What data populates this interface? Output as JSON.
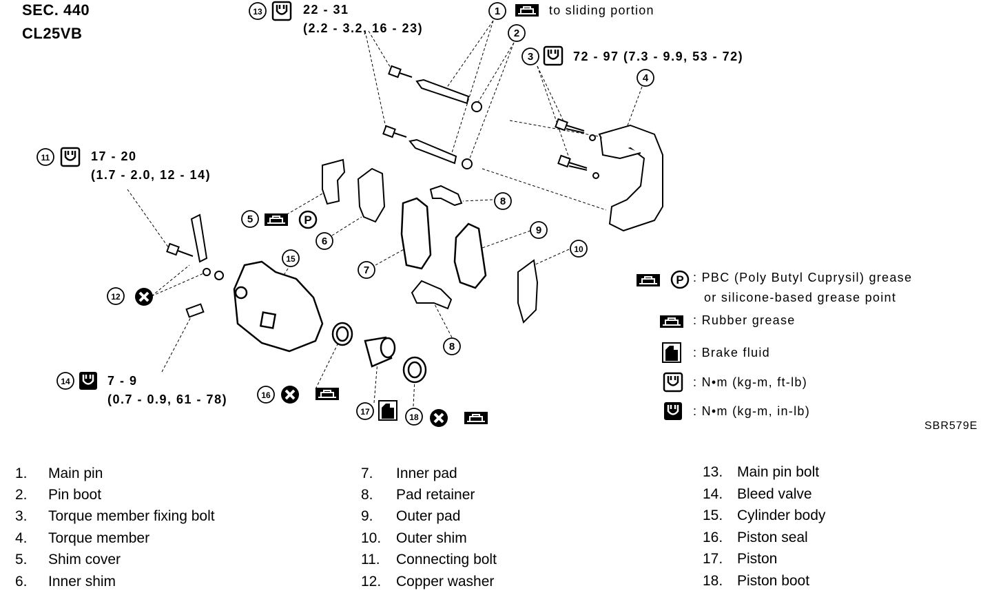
{
  "header": {
    "sec": "SEC. 440",
    "model": "CL25VB"
  },
  "callouts": [
    "1",
    "2",
    "3",
    "4",
    "5",
    "6",
    "7",
    "8",
    "9",
    "10",
    "11",
    "12",
    "13",
    "14",
    "15",
    "16",
    "17",
    "18"
  ],
  "specs": {
    "item1": "to sliding portion",
    "item13_line1": "22 - 31",
    "item13_line2": "(2.2 - 3.2, 16 - 23)",
    "item3": "72 - 97 (7.3 - 9.9, 53 - 72)",
    "item11_line1": "17 - 20",
    "item11_line2": "(1.7 - 2.0, 12 - 14)",
    "item14_line1": "7 - 9",
    "item14_line2": "(0.7 - 0.9, 61 - 78)"
  },
  "legend": {
    "pbc_line1": ": PBC (Poly Butyl Cuprysil) grease",
    "pbc_line2": "or silicone-based grease point",
    "rubber": ": Rubber grease",
    "brake_fluid": ": Brake fluid",
    "nm_ftlb": ": N•m (kg-m, ft-lb)",
    "nm_inlb": ": N•m (kg-m, in-lb)"
  },
  "figure_ref": "SBR579E",
  "parts": [
    {
      "num": "1.",
      "name": "Main pin"
    },
    {
      "num": "2.",
      "name": "Pin boot"
    },
    {
      "num": "3.",
      "name": "Torque member fixing bolt"
    },
    {
      "num": "4.",
      "name": "Torque member"
    },
    {
      "num": "5.",
      "name": "Shim cover"
    },
    {
      "num": "6.",
      "name": "Inner shim"
    },
    {
      "num": "7.",
      "name": "Inner pad"
    },
    {
      "num": "8.",
      "name": "Pad retainer"
    },
    {
      "num": "9.",
      "name": "Outer pad"
    },
    {
      "num": "10.",
      "name": "Outer shim"
    },
    {
      "num": "11.",
      "name": "Connecting bolt"
    },
    {
      "num": "12.",
      "name": "Copper washer"
    },
    {
      "num": "13.",
      "name": "Main pin bolt"
    },
    {
      "num": "14.",
      "name": "Bleed valve"
    },
    {
      "num": "15.",
      "name": "Cylinder body"
    },
    {
      "num": "16.",
      "name": "Piston seal"
    },
    {
      "num": "17.",
      "name": "Piston"
    },
    {
      "num": "18.",
      "name": "Piston boot"
    }
  ]
}
